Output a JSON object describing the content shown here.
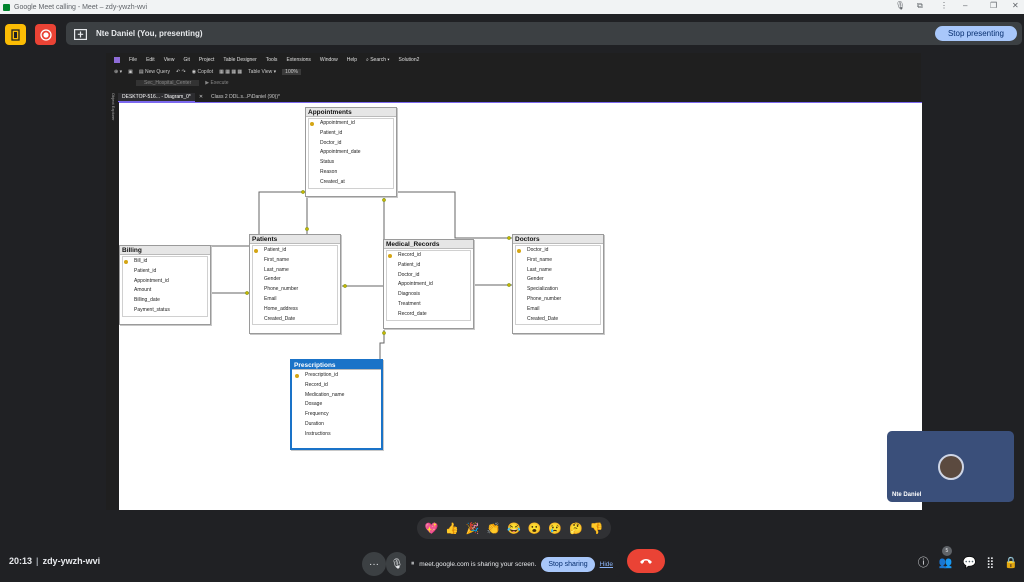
{
  "browser": {
    "title": "Google Meet calling - Meet – zdy-ywzh-wvi"
  },
  "presenting": {
    "label": "Nte Daniel (You, presenting)",
    "stop_label": "Stop presenting"
  },
  "ssms": {
    "menu": [
      "File",
      "Edit",
      "View",
      "Git",
      "Project",
      "Table Designer",
      "Tools",
      "Extensions",
      "Window",
      "Help"
    ],
    "search_label": "Search",
    "solution_label": "Solution2",
    "toolbar_new_query": "New Query",
    "toolbar_copilot": "Copilot",
    "toolbar_table_view": "Table View",
    "toolbar_zoom": "100%",
    "toolbar2_db": "Sec_Hospital_Center",
    "toolbar2_execute": "Execute",
    "tabs": [
      "DESKTOP-516... - Diagram_0*",
      "Class 2 DDL.s...P\\Daniel (90))*"
    ],
    "side_label": "Object Explorer"
  },
  "erd": {
    "tables": [
      {
        "name": "Appointments",
        "columns": [
          "Appointment_id",
          "Patient_id",
          "Doctor_id",
          "Appointment_date",
          "Status",
          "Reason",
          "Created_at"
        ]
      },
      {
        "name": "Billing",
        "columns": [
          "Bill_id",
          "Patient_id",
          "Appointment_id",
          "Amount",
          "Billing_date",
          "Payment_status"
        ]
      },
      {
        "name": "Patients",
        "columns": [
          "Patient_id",
          "First_name",
          "Last_name",
          "Gender",
          "Phone_number",
          "Email",
          "Home_address",
          "Created_Date"
        ]
      },
      {
        "name": "Medical_Records",
        "columns": [
          "Record_id",
          "Patient_id",
          "Doctor_id",
          "Appointment_id",
          "Diagnosis",
          "Treatment",
          "Record_date"
        ]
      },
      {
        "name": "Doctors",
        "columns": [
          "Doctor_id",
          "First_name",
          "Last_name",
          "Gender",
          "Specialization",
          "Phone_number",
          "Email",
          "Created_Date"
        ]
      },
      {
        "name": "Prescriptions",
        "columns": [
          "Prescription_id",
          "Record_id",
          "Medication_name",
          "Dosage",
          "Frequency",
          "Duration",
          "Instructions"
        ]
      }
    ]
  },
  "self_view": {
    "name": "Nte Daniel"
  },
  "bottom": {
    "time": "20:13",
    "meeting_code": "zdy-ywzh-wvi",
    "share_text": "meet.google.com is sharing your screen.",
    "stop_sharing": "Stop sharing",
    "hide": "Hide",
    "participants_badge": "5"
  },
  "reactions": [
    "💖",
    "👍",
    "🎉",
    "👏",
    "😂",
    "😮",
    "😢",
    "🤔",
    "👎"
  ]
}
